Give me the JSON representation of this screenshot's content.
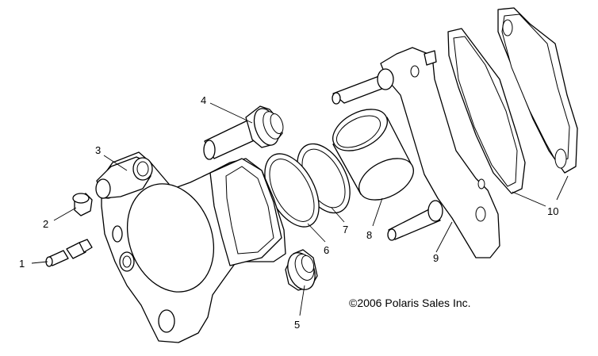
{
  "callouts": {
    "c1": "1",
    "c2": "2",
    "c3": "3",
    "c4": "4",
    "c5": "5",
    "c6": "6",
    "c7": "7",
    "c8": "8",
    "c9": "9",
    "c10": "10"
  },
  "copyright": "©2006 Polaris Sales Inc."
}
